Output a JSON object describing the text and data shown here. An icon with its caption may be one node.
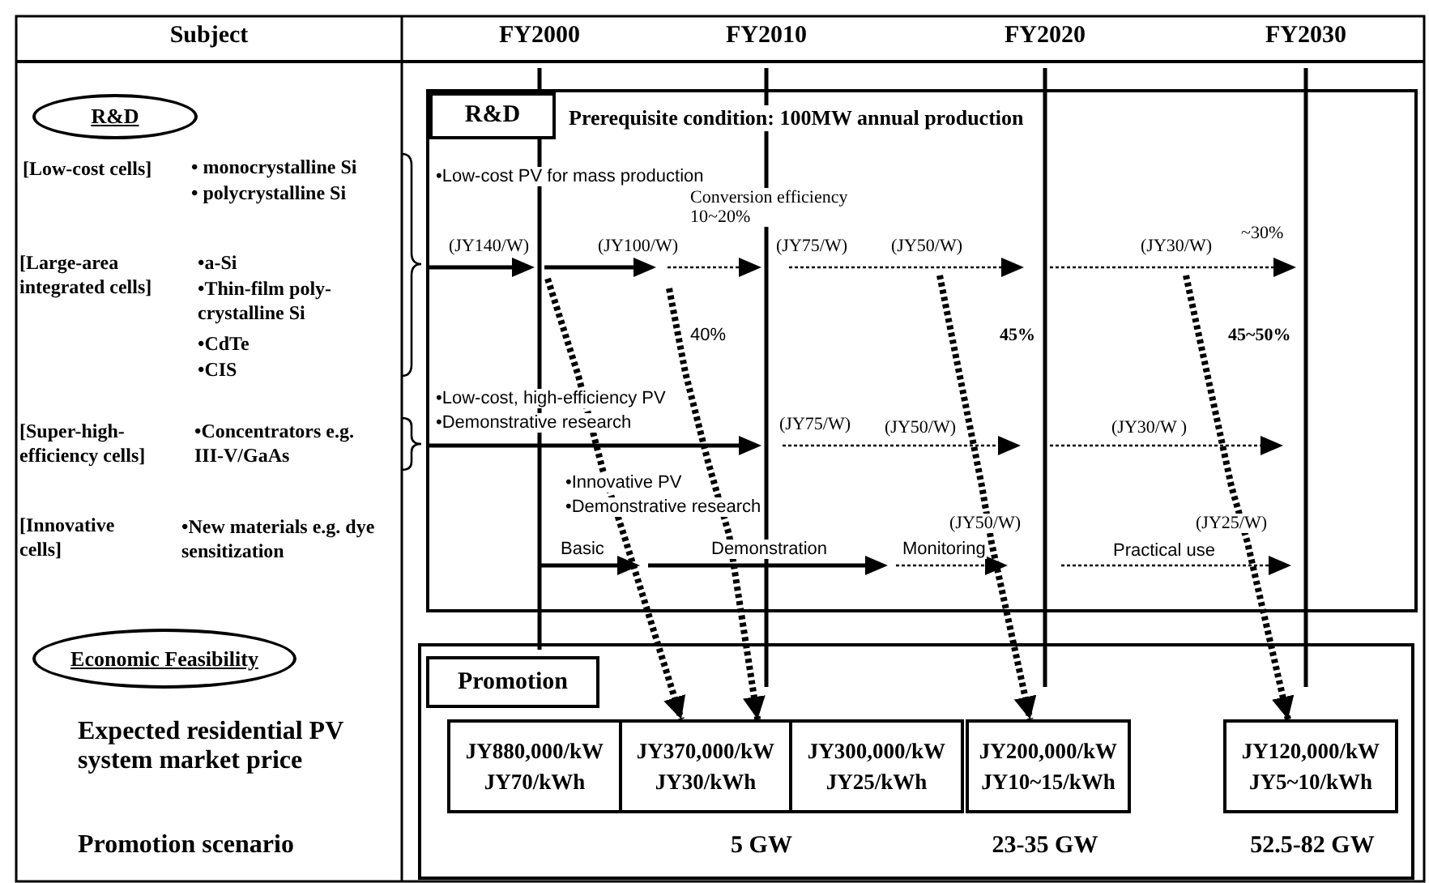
{
  "diagram": {
    "nodes": [
      {
        "text": [
          "R&D"
        ]
      },
      {
        "text": [
          "Economic Feasibility"
        ]
      },
      {
        "text": [],
        "shape": "box"
      },
      {
        "text": [
          "R&D"
        ],
        "in": 2,
        "beside": [
          "Prerequisite condition: 100MW annual production"
        ]
      },
      {
        "text": [],
        "shape": "box"
      },
      {
        "text": [
          "Promotion"
        ],
        "in": 4
      },
      {
        "text": [
          "JY880,000/kW",
          "JY70/kWh"
        ],
        "in": 4
      },
      {
        "text": [
          "JY370,000/kW",
          "JY30/kWh"
        ],
        "in": 4
      },
      {
        "text": [
          "JY300,000/kW",
          "JY25/kWh"
        ],
        "in": 4
      },
      {
        "text": [
          "JY200,000/kW",
          "JY10~15/kWh"
        ],
        "in": 4
      },
      {
        "text": [
          "JY120,000/kW",
          "JY5~10/kWh"
        ],
        "in": 4
      }
    ],
    "edges": [
      {
        "from": null,
        "to": 7,
        "arrow": "to",
        "style": "dashed"
      },
      {
        "from": null,
        "to": 7,
        "arrow": "to",
        "style": "dashed"
      },
      {
        "from": null,
        "to": 9,
        "arrow": "to",
        "style": "dashed"
      },
      {
        "from": null,
        "to": 10,
        "arrow": "to",
        "style": "dashed"
      }
    ],
    "labels": [
      "Subject",
      "FY2000",
      "FY2010",
      "FY2020",
      "FY2030",
      "[Low-cost cells]",
      "• monocrystalline Si",
      "• polycrystalline Si",
      "[Large-area integrated cells]",
      "•a-Si",
      "•Thin-film poly- crystalline Si",
      "•CdTe",
      "•CIS",
      "[Super-high- efficiency cells]",
      "•Concentrators e.g. III-V/GaAs",
      "[Innovative cells]",
      "•New materials e.g. dye sensitization",
      "Expected residential PV system market price",
      "Promotion scenario",
      "•Low-cost PV for mass production",
      "Conversion efficiency 10~20%",
      "(JY140/W)",
      "(JY100/W)",
      "(JY75/W)",
      "(JY50/W)",
      "(JY30/W)",
      "~30%",
      "40%",
      "45%",
      "45~50%",
      "•Low-cost, high-efficiency PV",
      "•Demonstrative research",
      "(JY75/W)",
      "(JY50/W)",
      "(JY30/W )",
      "•Innovative PV",
      "•Demonstrative research",
      "(JY50/W)",
      "(JY25/W)",
      "Basic",
      "Demonstration",
      "Monitoring",
      "Practical use",
      "5 GW",
      "23-35 GW",
      "52.5-82 GW"
    ]
  }
}
